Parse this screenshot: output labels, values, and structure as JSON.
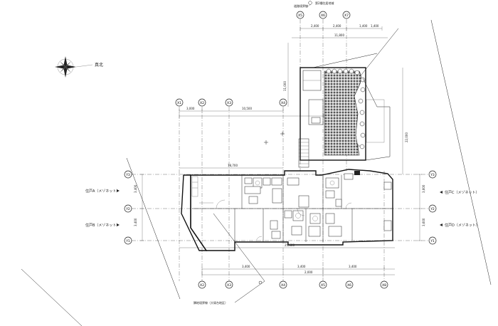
{
  "north_label": "真北",
  "grid_x_top": [
    "X1",
    "X2",
    "X3",
    "X4"
  ],
  "grid_x_bottom": [
    "X2",
    "X3",
    "X4",
    "X5",
    "X6",
    "X8"
  ],
  "grid_x_upper": [
    "X5",
    "X6",
    "X7"
  ],
  "grid_y_left": [
    "Y3",
    "Y2",
    "Y1"
  ],
  "grid_y_right": [
    "Y3",
    "Y2",
    "Y1"
  ],
  "unit_left": [
    "住戸A（メゾネット）",
    "住戸B（メゾネット）"
  ],
  "unit_right": [
    "住戸C（メゾネット）",
    "住戸D（メゾネット）"
  ],
  "top_notes": [
    "道路境界線",
    "第2種住居地域"
  ],
  "bottom_note": "隣地境界線（大塚台地区）",
  "dims": {
    "top_row": [
      "2,400",
      "2,400",
      "1,400",
      "1,400"
    ],
    "top_total": "11,800",
    "upper_left": [
      "3,000",
      "10,500"
    ],
    "mid_total": "18,700",
    "bottom_total": "25,600",
    "bottom_row": [
      "3,400",
      "3,400",
      "3,400"
    ],
    "bottom_sub": "2,000",
    "right_vert": [
      "3,600",
      "3,600"
    ],
    "left_vert": [
      "3,400",
      "3,400"
    ],
    "upper_vert": "22,000",
    "tower_vert": "11,000"
  }
}
